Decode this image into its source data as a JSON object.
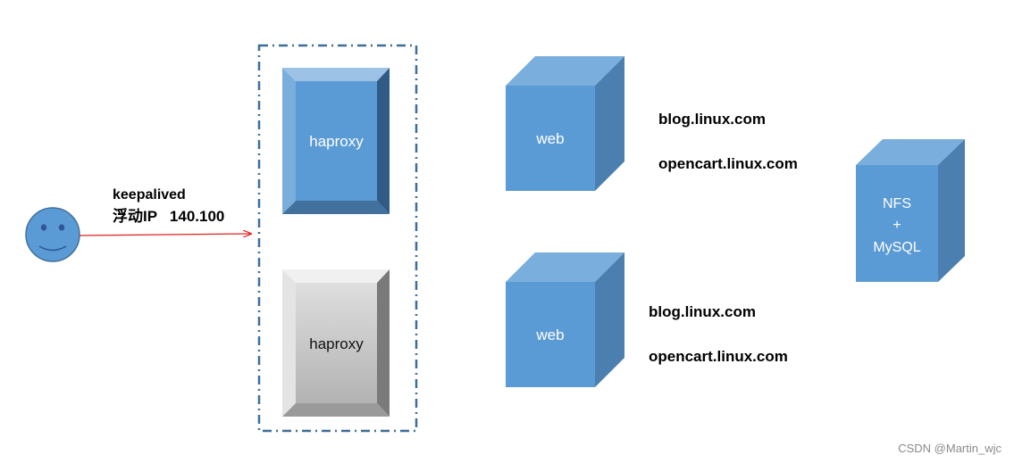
{
  "client": {
    "label_line1": "keepalived",
    "label_line2": "浮动IP   140.100"
  },
  "haproxy_group": {
    "top_label": "haproxy",
    "bottom_label": "haproxy"
  },
  "web_servers": [
    {
      "label": "web",
      "domains": [
        "blog.linux.com",
        "opencart.linux.com"
      ]
    },
    {
      "label": "web",
      "domains": [
        "blog.linux.com",
        "opencart.linux.com"
      ]
    }
  ],
  "storage": {
    "line1": "NFS",
    "line2": "+",
    "line3": "MySQL"
  },
  "watermark": "CSDN @Martin_wjc",
  "colors": {
    "blue_front": "#5b9bd5",
    "blue_top": "#7aaedc",
    "blue_side": "#4a7fb0",
    "gray_front": "#c8c8c8",
    "arrow": "#e02020",
    "dashed_border": "#3d6e9a"
  }
}
